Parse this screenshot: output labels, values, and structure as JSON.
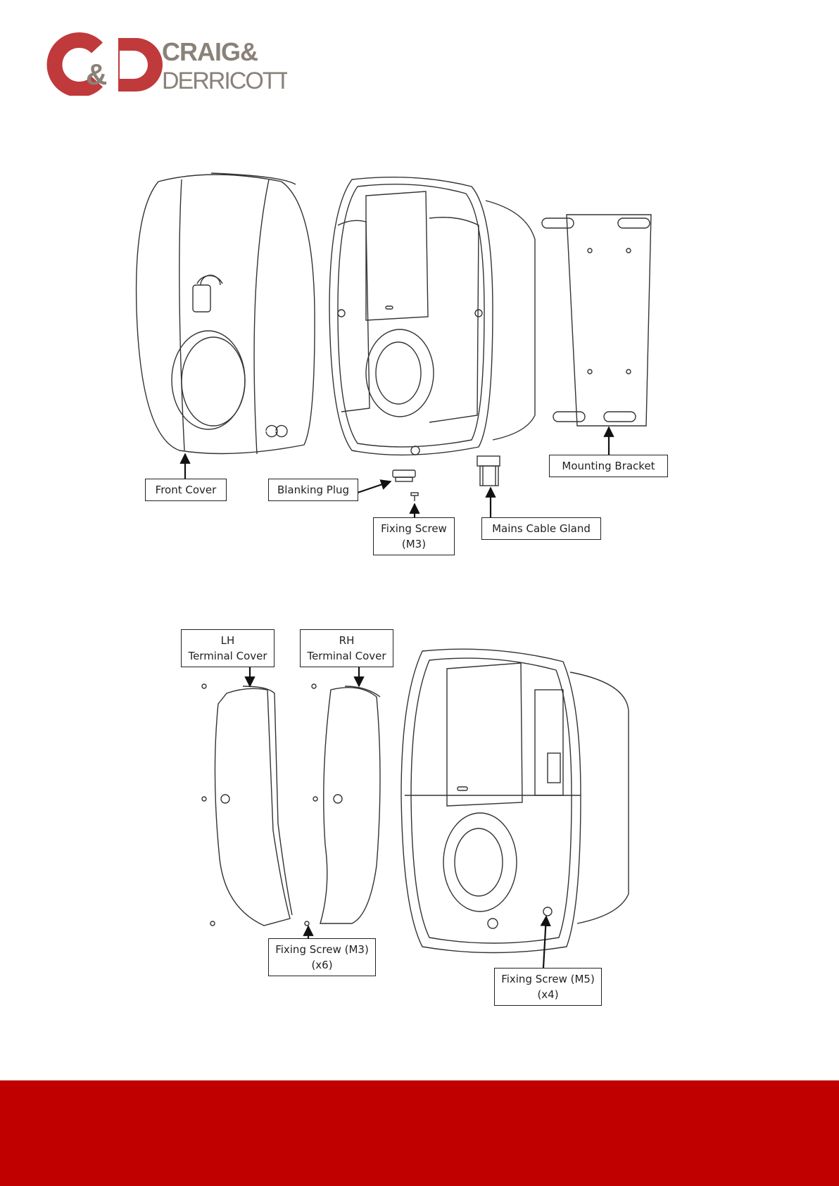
{
  "brand": {
    "monogram": "C&D",
    "line1": "CRAIG&",
    "line2": "DERRICOTT",
    "colors": {
      "red": "#c0393b",
      "grey": "#8a8178"
    }
  },
  "labels": {
    "front_cover": "Front Cover",
    "blanking_plug": "Blanking Plug",
    "fixing_screw_m3": {
      "line1": "Fixing Screw",
      "line2": "(M3)"
    },
    "mains_cable_gland": "Mains Cable Gland",
    "mounting_bracket": "Mounting Bracket",
    "lh_terminal_cover": {
      "line1": "LH",
      "line2": "Terminal Cover"
    },
    "rh_terminal_cover": {
      "line1": "RH",
      "line2": "Terminal Cover"
    },
    "fixing_screw_m3_x6": {
      "line1": "Fixing Screw (M3)",
      "line2": "(x6)"
    },
    "fixing_screw_m5_x4": {
      "line1": "Fixing Screw (M5)",
      "line2": "(x4)"
    }
  },
  "footer": {
    "color": "#c00000"
  }
}
